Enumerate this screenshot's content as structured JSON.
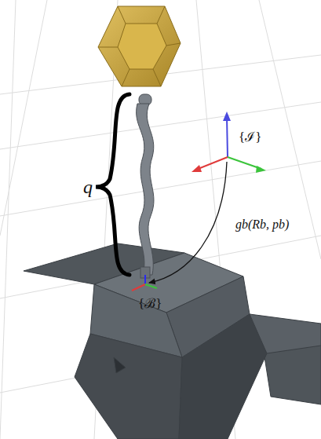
{
  "diagram": {
    "labels": [
      "q",
      "{ℐ}",
      "gb(Rb, pb)",
      "{ℬ}"
    ]
  }
}
